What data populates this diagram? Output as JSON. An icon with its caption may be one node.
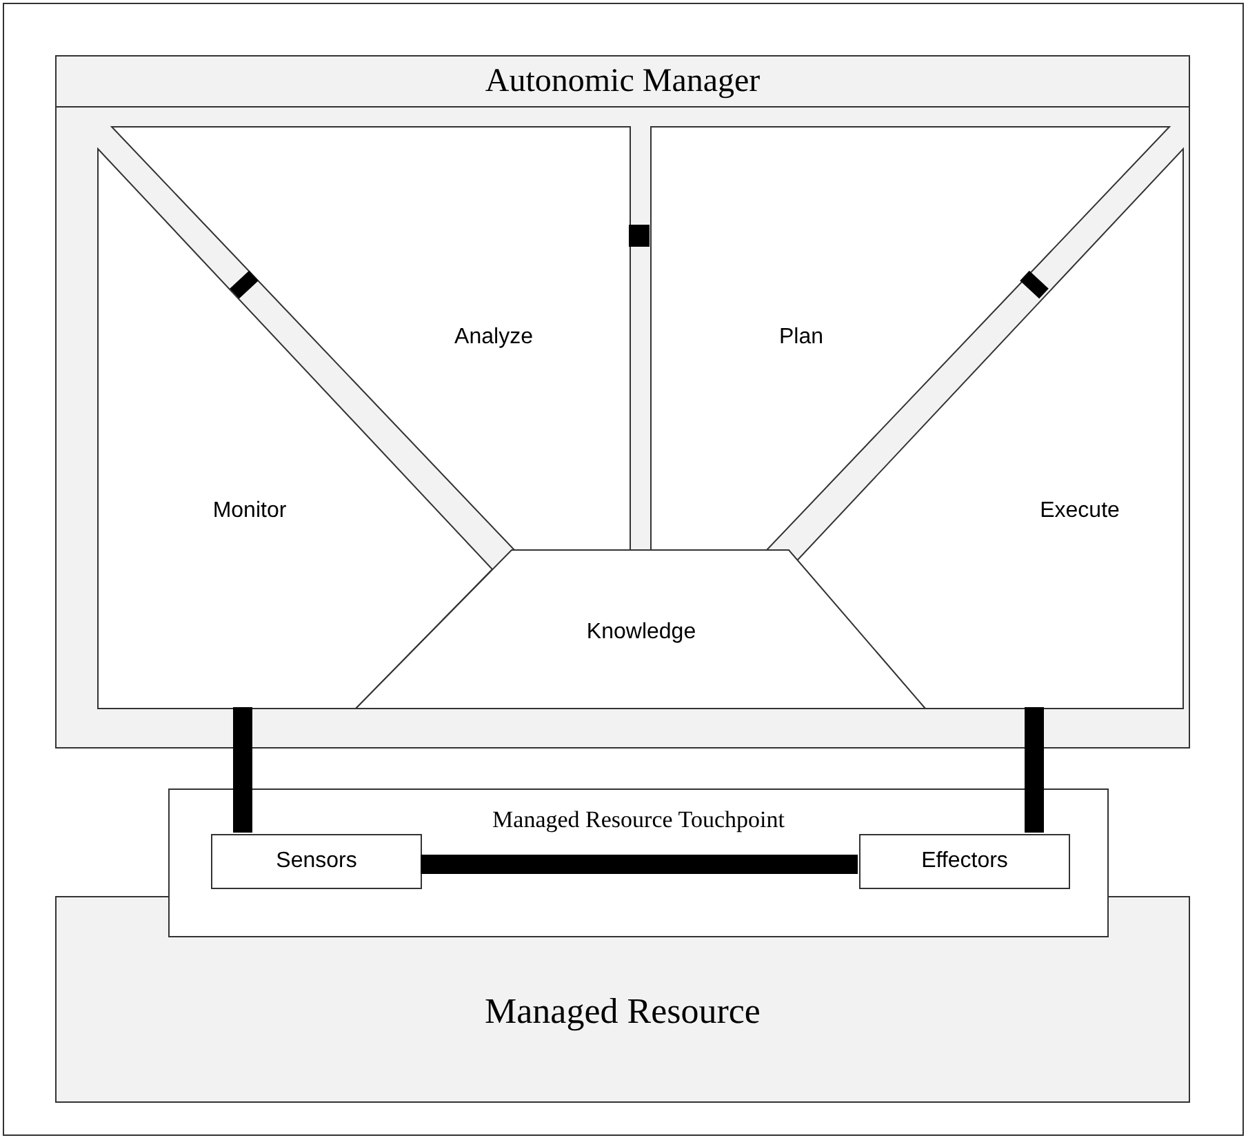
{
  "diagram": {
    "nodes": [
      {
        "text": [
          "Autonomic Manager"
        ]
      },
      {
        "text": [
          "Monitor"
        ],
        "in": 0
      },
      {
        "text": [
          "Analyze"
        ],
        "in": 0
      },
      {
        "text": [
          "Plan"
        ],
        "in": 0
      },
      {
        "text": [
          "Execute"
        ],
        "in": 0
      },
      {
        "text": [
          "Knowledge"
        ],
        "in": 0
      },
      {
        "text": [
          "Managed Resource Touchpoint"
        ]
      },
      {
        "text": [
          "Sensors"
        ],
        "in": 6
      },
      {
        "text": [
          "Effectors"
        ],
        "in": 6
      },
      {
        "text": [
          "Managed Resource"
        ]
      }
    ],
    "edges": [
      {
        "from": 1,
        "to": 2,
        "arrow": "none"
      },
      {
        "from": 2,
        "to": 3,
        "arrow": "none"
      },
      {
        "from": 3,
        "to": 4,
        "arrow": "none"
      },
      {
        "from": 1,
        "to": 7,
        "arrow": "none"
      },
      {
        "from": 4,
        "to": 8,
        "arrow": "none"
      },
      {
        "from": 7,
        "to": 8,
        "arrow": "none"
      }
    ]
  }
}
